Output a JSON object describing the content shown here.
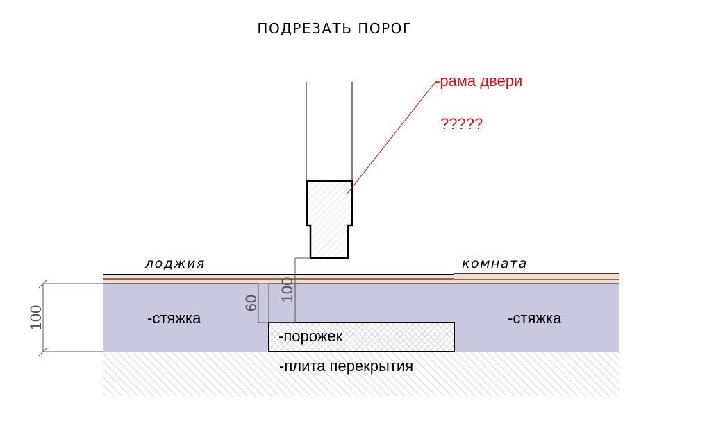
{
  "title": "ПОДРЕЗАТЬ ПОРОГ",
  "labels": {
    "frame": "-рама двери",
    "question": "?????",
    "loggia": "лоджия",
    "room": "комната",
    "screed_left": "-стяжка",
    "screed_right": "-стяжка",
    "threshold": "-порожек",
    "slab": "-плита перекрытия"
  },
  "dimensions": {
    "left_height": "100",
    "threshold_height": "60",
    "center_height": "100"
  },
  "colors": {
    "screed": "#c8c9df",
    "finish_layer": "#f5dccb",
    "annotation": "#dd1111",
    "hatch": "#c8c8c8",
    "line": "#000000",
    "dimension": "#555555"
  }
}
